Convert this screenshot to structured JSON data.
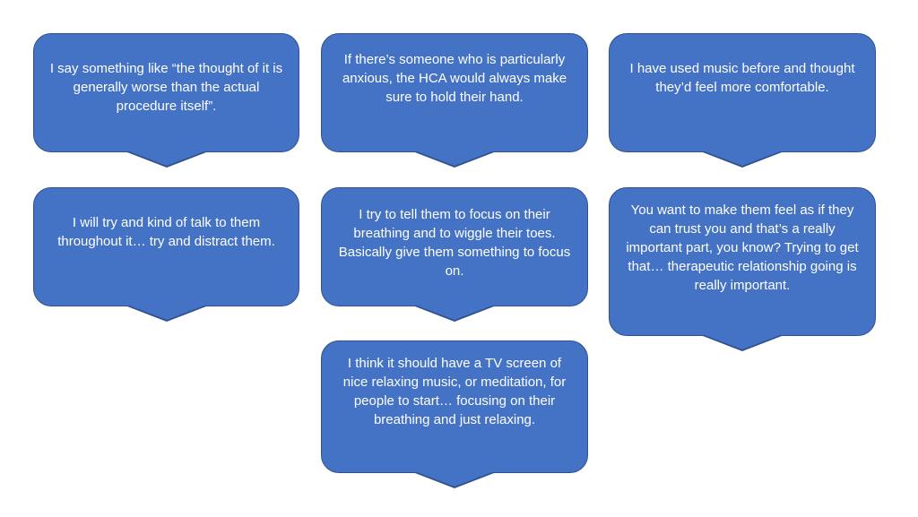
{
  "theme": {
    "bubble_fill": "#4472C4",
    "bubble_border": "#2F528F",
    "text_color": "#FFFFFF",
    "background": "#FFFFFF"
  },
  "bubbles": [
    {
      "text": "I say something like “the thought of it is generally worse than the actual procedure itself”."
    },
    {
      "text": "If there’s someone who is particularly anxious, the HCA would always make sure to hold their hand."
    },
    {
      "text": "I have used music before and thought they’d feel more comfortable."
    },
    {
      "text": "I will try and kind of talk to them throughout it… try and distract them."
    },
    {
      "text": "I try to tell them to focus on their breathing and to wiggle their toes. Basically give them something to focus on."
    },
    {
      "text": "You want to make them feel as if they can trust you and that’s a really important part, you know? Trying to get that… therapeutic relationship going is really important."
    },
    {
      "text": "I think it should have a TV screen of nice relaxing music, or meditation, for people to start… focusing on their breathing and just relaxing."
    }
  ]
}
